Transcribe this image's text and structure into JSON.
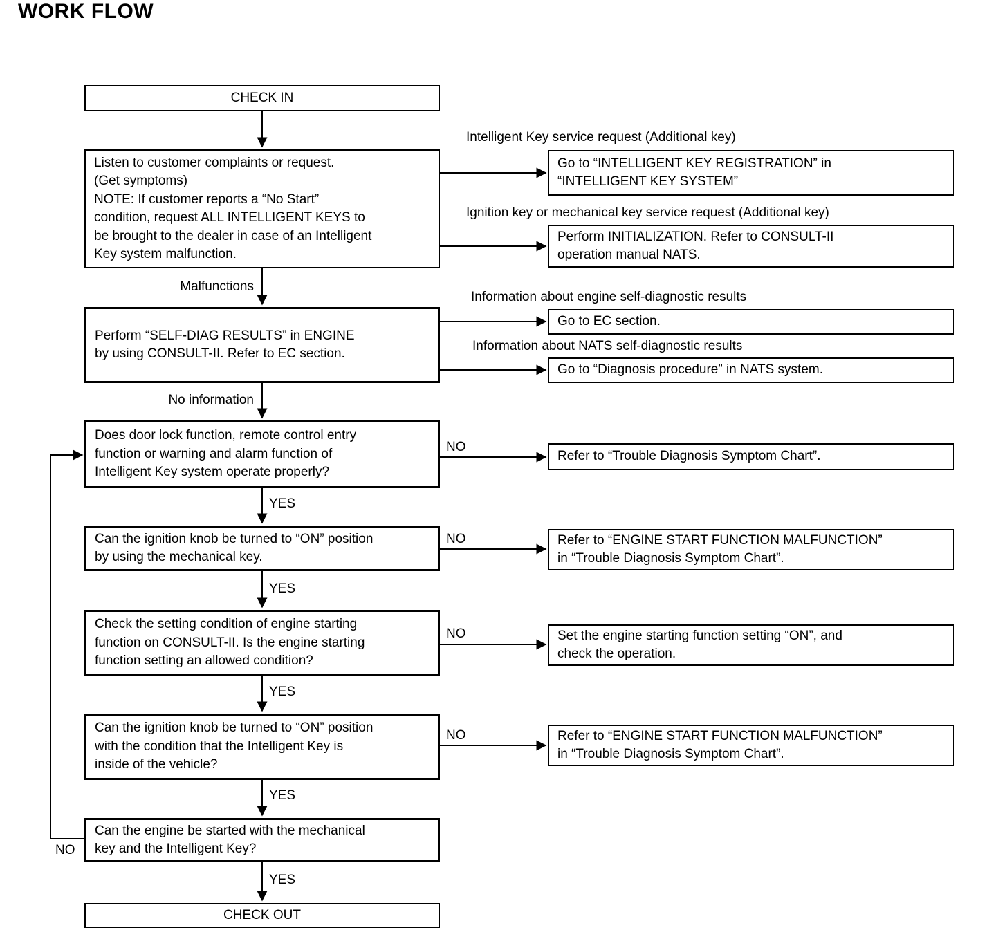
{
  "title": "WORK FLOW",
  "flow": {
    "check_in": "CHECK IN",
    "listen": "Listen to customer complaints or request.\n(Get symptoms)\nNOTE: If customer reports a “No Start”\ncondition, request ALL INTELLIGENT KEYS to\nbe brought to the dealer in case of an Intelligent\nKey system malfunction.",
    "self_diag": "Perform “SELF-DIAG RESULTS” in ENGINE\nby using CONSULT-II. Refer to EC section.",
    "door_lock": "Does door lock function, remote control entry\nfunction or warning and alarm function of\nIntelligent Key system operate properly?",
    "ignition_mechanical": "Can the ignition knob be turned to “ON” position\nby using the mechanical key.",
    "engine_start_setting": "Check the setting condition of engine starting\nfunction on CONSULT-II. Is the engine starting\nfunction setting an allowed condition?",
    "ignition_intelligent": "Can the ignition knob be turned to “ON” position\nwith the condition that the Intelligent Key is\ninside of the vehicle?",
    "engine_start": "Can the engine be started with the mechanical\nkey and the Intelligent Key?",
    "check_out": "CHECK OUT"
  },
  "referrals": {
    "key_registration": "Go to “INTELLIGENT KEY REGISTRATION” in\n“INTELLIGENT KEY SYSTEM”",
    "initialization": "Perform INITIALIZATION. Refer to CONSULT-II\noperation manual NATS.",
    "ec_section": "Go to EC section.",
    "nats_diagnosis": "Go to “Diagnosis procedure” in NATS system.",
    "symptom_chart": "Refer to “Trouble Diagnosis Symptom Chart”.",
    "engine_start_malfunction_1": "Refer to “ENGINE START FUNCTION MALFUNCTION”\nin “Trouble Diagnosis Symptom Chart”.",
    "set_function_on": "Set the engine starting function setting “ON”, and\ncheck the operation.",
    "engine_start_malfunction_2": "Refer to “ENGINE START FUNCTION MALFUNCTION”\nin “Trouble Diagnosis Symptom Chart”."
  },
  "branch_labels": {
    "intelligent_key_service": "Intelligent Key service request (Additional key)",
    "ignition_key_service": "Ignition key or mechanical key service request (Additional key)",
    "engine_self_diagnostic": "Information about engine self-diagnostic results",
    "nats_self_diagnostic": "Information about NATS self-diagnostic results",
    "malfunctions": "Malfunctions",
    "no_information": "No information"
  },
  "decision_labels": {
    "yes": "YES",
    "no": "NO"
  }
}
